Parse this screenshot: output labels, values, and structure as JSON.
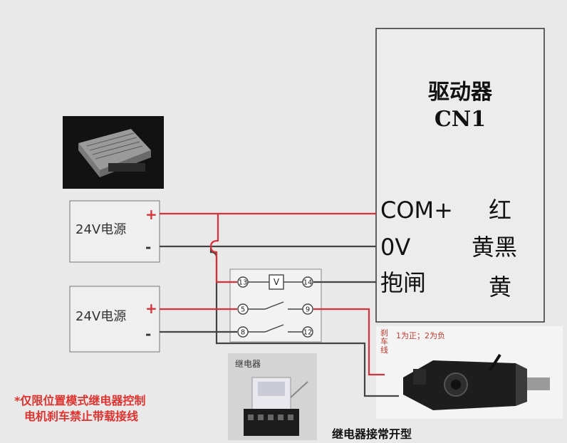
{
  "driver": {
    "title": "驱动器",
    "subtitle": "CN1"
  },
  "signals": [
    {
      "name": "COM+",
      "color": "红"
    },
    {
      "name": "0V",
      "color": "黄黑"
    },
    {
      "name": "抱闸",
      "color": "黄"
    }
  ],
  "power_supplies": [
    {
      "label": "24V电源",
      "plus": "+",
      "minus": "-"
    },
    {
      "label": "24V电源",
      "plus": "+",
      "minus": "-"
    }
  ],
  "relay_terminals": [
    "13",
    "14",
    "5",
    "9",
    "8",
    "12"
  ],
  "relay_coil": "V",
  "relay_photo_label": "继电器",
  "brake_wire_label": "刹车线",
  "brake_polarity": "1为正；2为负",
  "warning": [
    "*仅限位置模式继电器控制",
    "电机刹车禁止带载接线"
  ],
  "footer_caption": "继电器接常开型",
  "colors": {
    "positive_wire": "#d9303a",
    "negative_wire": "#444444",
    "outline": "#555555",
    "warning_text": "#e0332f"
  }
}
